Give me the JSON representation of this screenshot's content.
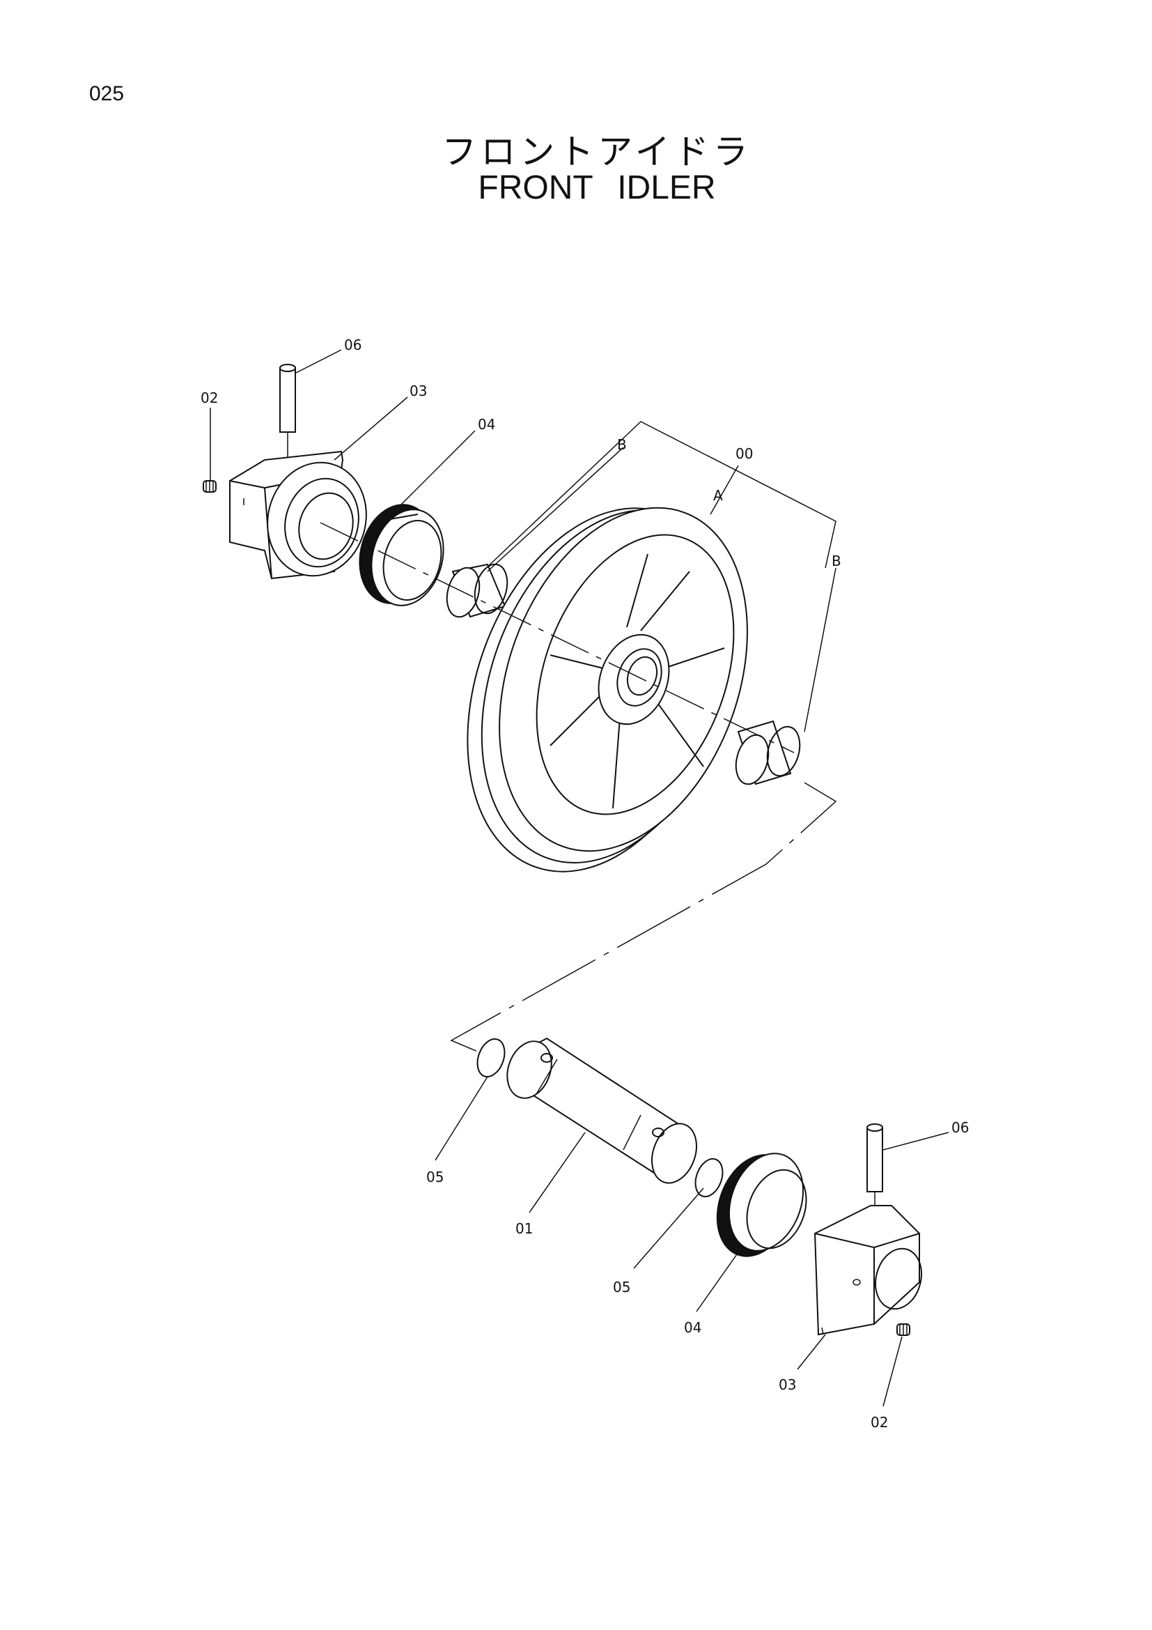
{
  "page_number": "025",
  "title_japanese": "フロントアイドラ",
  "title_english": "FRONT IDLER",
  "callouts": {
    "c06_top": "06",
    "c02_top": "02",
    "c03_top": "03",
    "c04_top": "04",
    "cB_upper": "B",
    "c00": "00",
    "cA": "A",
    "cB_right": "B",
    "c06_bottom": "06",
    "c05_left": "05",
    "c01": "01",
    "c05_mid": "05",
    "c04_bottom": "04",
    "c03_bottom": "03",
    "c02_bottom": "02"
  }
}
